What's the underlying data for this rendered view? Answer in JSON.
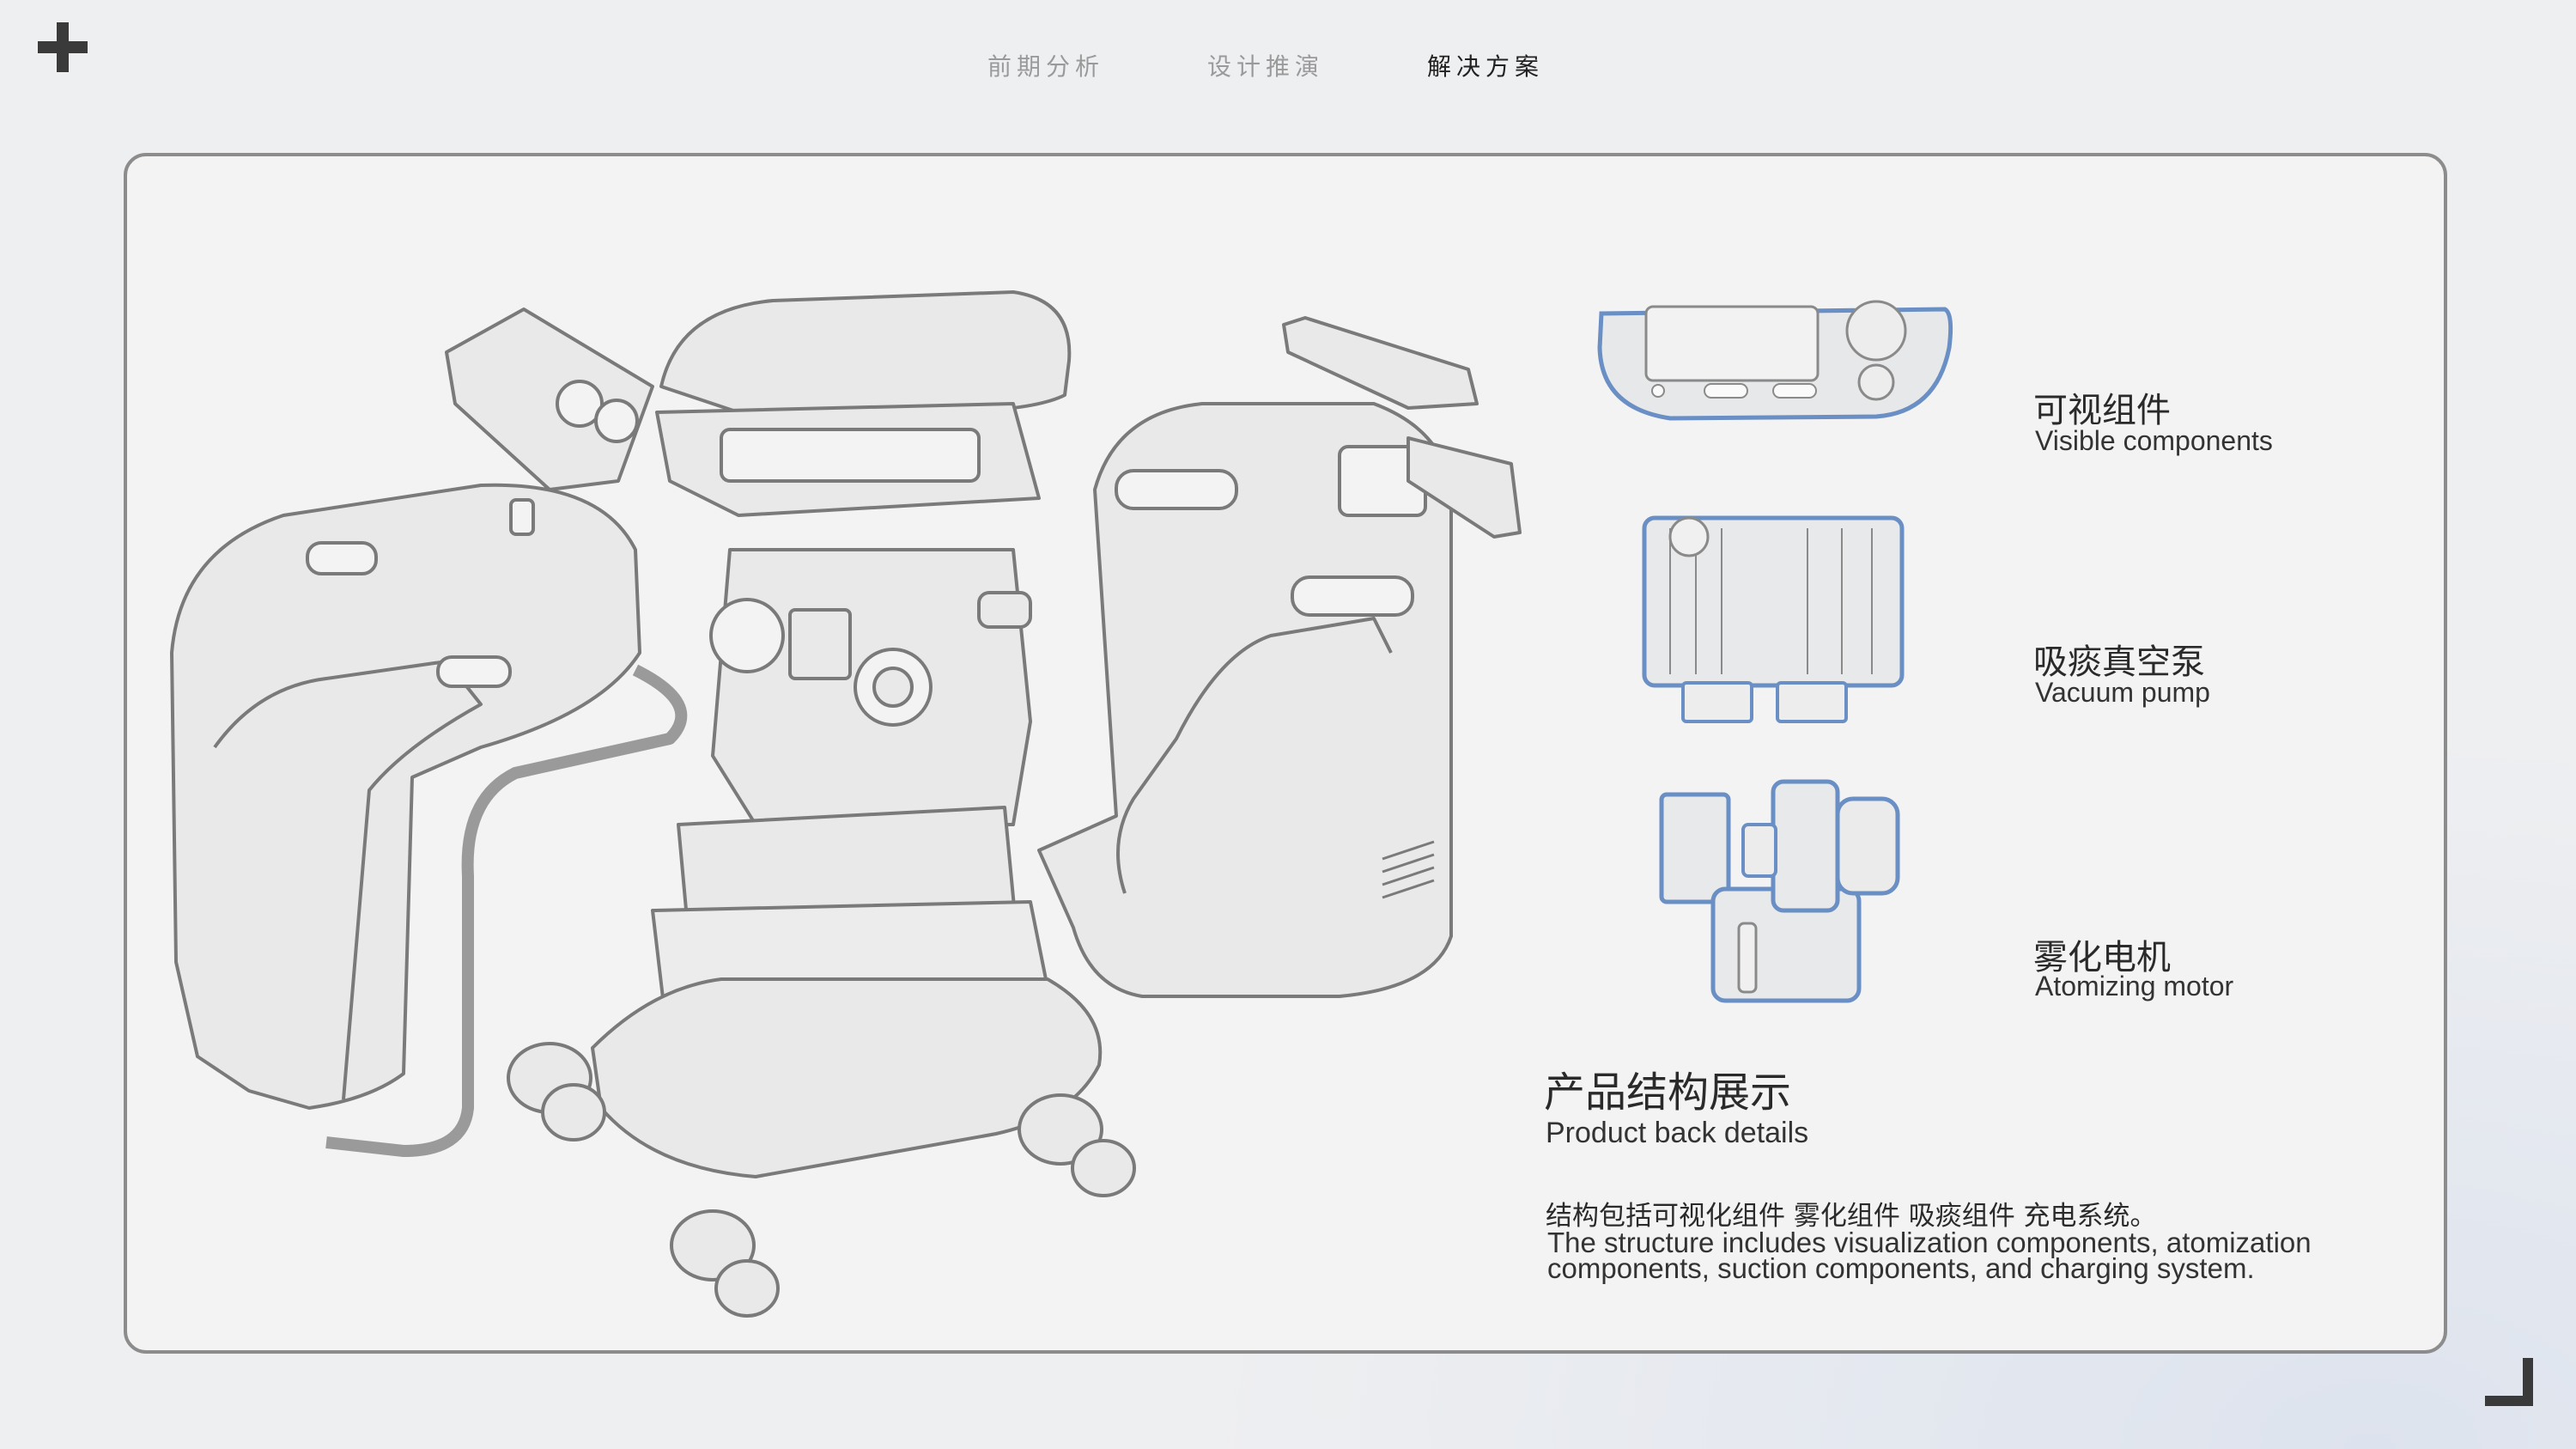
{
  "nav": {
    "items": [
      "前期分析",
      "设计推演",
      "解决方案"
    ],
    "active_index": 2
  },
  "components": [
    {
      "cn": "可视组件",
      "en": "Visible components"
    },
    {
      "cn": "吸痰真空泵",
      "en": "Vacuum pump"
    },
    {
      "cn": "雾化电机",
      "en": "Atomizing motor"
    }
  ],
  "section": {
    "title_cn": "产品结构展示",
    "title_en": "Product back details",
    "desc_cn": "结构包括可视化组件 雾化组件 吸痰组件 充电系统。",
    "desc_en": "The structure includes visualization components, atomization components, suction components, and charging system."
  },
  "colors": {
    "outline": "#7a7a7a",
    "highlight": "#6a8fc4",
    "panel_border": "#8c8c8c"
  }
}
